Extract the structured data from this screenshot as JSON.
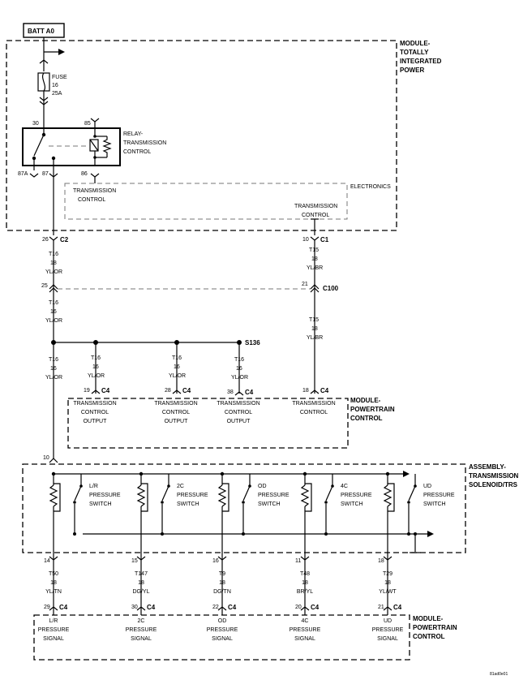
{
  "batt": "BATT A0",
  "module_tip": [
    "MODULE-",
    "TOTALLY",
    "INTEGRATED",
    "POWER"
  ],
  "electronics": "ELECTRONICS",
  "fuse": {
    "label": "FUSE",
    "number": "16",
    "rating": "25A"
  },
  "relay": {
    "label": [
      "RELAY-",
      "TRANSMISSION",
      "CONTROL"
    ],
    "pin30": "30",
    "pin85": "85",
    "pin87a": "87A",
    "pin87": "87",
    "pin86": "86"
  },
  "tip_transmission_control_left": [
    "TRANSMISSION",
    "CONTROL"
  ],
  "tip_transmission_control_right": [
    "TRANSMISSION",
    "CONTROL"
  ],
  "connectors": {
    "c2": {
      "pin": "26",
      "name": "C2"
    },
    "c1": {
      "pin": "10",
      "name": "C1"
    },
    "c100": {
      "pin_left": "25",
      "pin_right": "21",
      "name": "C100"
    },
    "splice": "S136",
    "pcm_c4": [
      {
        "pin": "19",
        "name": "C4"
      },
      {
        "pin": "28",
        "name": "C4"
      },
      {
        "pin": "38",
        "name": "C4"
      },
      {
        "pin": "18",
        "name": "C4"
      }
    ],
    "solenoid_in": "10",
    "solenoid_out": [
      "14",
      "15",
      "16",
      "11",
      "18"
    ],
    "pcm_bottom_c4": [
      {
        "pin": "29",
        "name": "C4"
      },
      {
        "pin": "30",
        "name": "C4"
      },
      {
        "pin": "22",
        "name": "C4"
      },
      {
        "pin": "20",
        "name": "C4"
      },
      {
        "pin": "21",
        "name": "C4"
      }
    ]
  },
  "wires": {
    "left_upper": [
      "T16",
      "18",
      "YL/OR"
    ],
    "left_mid": [
      "T16",
      "16",
      "YL/OR"
    ],
    "left_lower": [
      "T16",
      "16",
      "YL/OR"
    ],
    "right_upper": [
      "T15",
      "18",
      "YL/BR"
    ],
    "right_lower": [
      "T15",
      "18",
      "YL/BR"
    ],
    "splice_branches": [
      [
        "T16",
        "16",
        "YL/OR"
      ],
      [
        "T16",
        "16",
        "YL/OR"
      ],
      [
        "T16",
        "16",
        "YL/OR"
      ]
    ],
    "bottom": [
      [
        "T50",
        "18",
        "YL/TN"
      ],
      [
        "T147",
        "18",
        "DG/YL"
      ],
      [
        "T9",
        "18",
        "DG/TN"
      ],
      [
        "T48",
        "18",
        "BR/YL"
      ],
      [
        "T29",
        "18",
        "YL/WT"
      ]
    ]
  },
  "pcm_module": {
    "title": [
      "MODULE-",
      "POWERTRAIN",
      "CONTROL"
    ],
    "items": [
      [
        "TRANSMISSION",
        "CONTROL",
        "OUTPUT"
      ],
      [
        "TRANSMISSION",
        "CONTROL",
        "OUTPUT"
      ],
      [
        "TRANSMISSION",
        "CONTROL",
        "OUTPUT"
      ],
      [
        "TRANSMISSION",
        "CONTROL"
      ]
    ]
  },
  "solenoid_assembly": {
    "title": [
      "ASSEMBLY-",
      "TRANSMISSION",
      "SOLENOID/TRS"
    ],
    "switches": [
      [
        "L/R",
        "PRESSURE",
        "SWITCH"
      ],
      [
        "2C",
        "PRESSURE",
        "SWITCH"
      ],
      [
        "OD",
        "PRESSURE",
        "SWITCH"
      ],
      [
        "4C",
        "PRESSURE",
        "SWITCH"
      ],
      [
        "UD",
        "PRESSURE",
        "SWITCH"
      ]
    ]
  },
  "pcm_bottom": {
    "title": [
      "MODULE-",
      "POWERTRAIN",
      "CONTROL"
    ],
    "signals": [
      [
        "L/R",
        "PRESSURE",
        "SIGNAL"
      ],
      [
        "2C",
        "PRESSURE",
        "SIGNAL"
      ],
      [
        "OD",
        "PRESSURE",
        "SIGNAL"
      ],
      [
        "4C",
        "PRESSURE",
        "SIGNAL"
      ],
      [
        "UD",
        "PRESSURE",
        "SIGNAL"
      ]
    ]
  },
  "figure_code": "81ad0e01"
}
